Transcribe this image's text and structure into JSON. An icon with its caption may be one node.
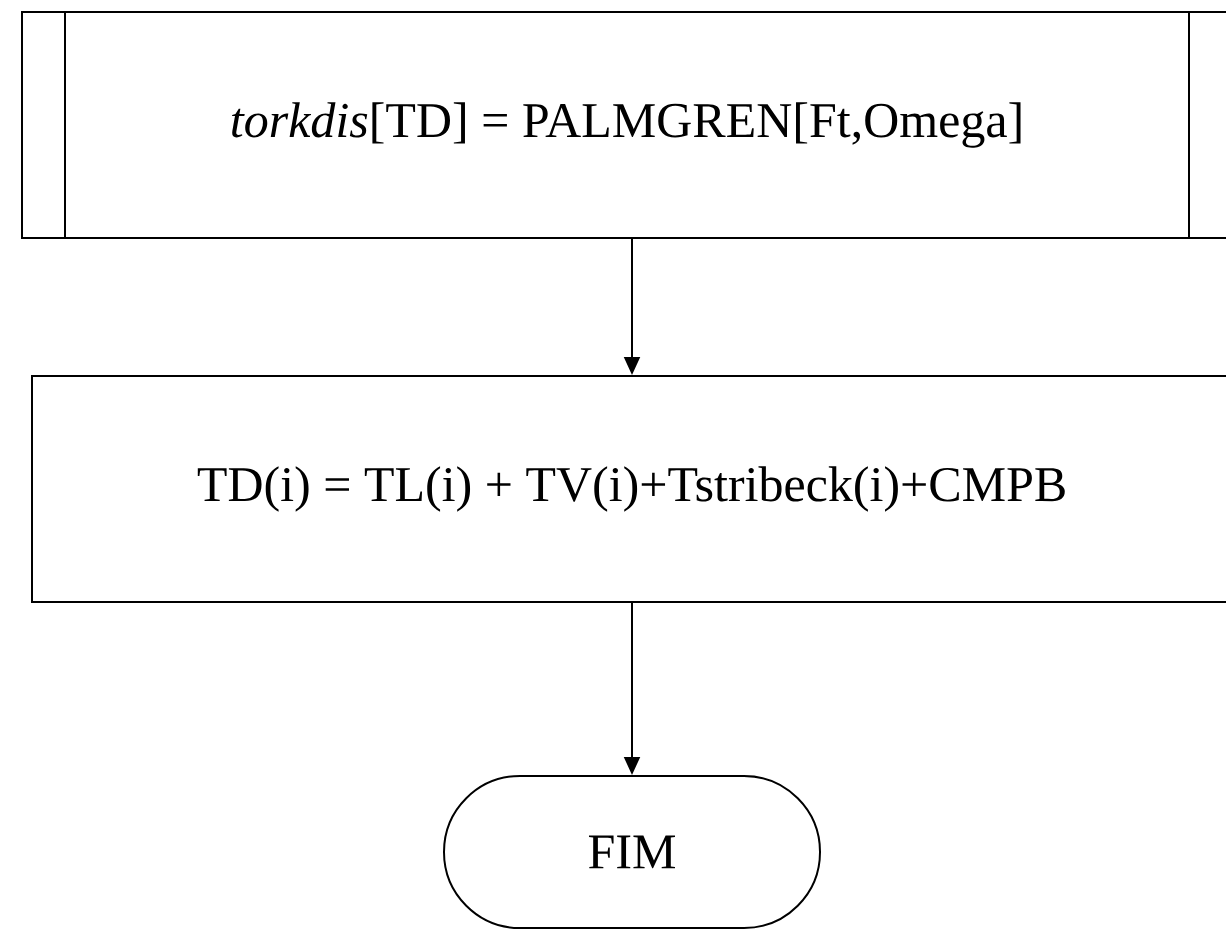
{
  "diagram": {
    "nodes": [
      {
        "text": [
          "*torkdis*[TD] = PALMGREN[Ft,Omega]"
        ]
      },
      {
        "text": [
          "TD(i) = TL(i) + TV(i)+Tstribeck(i)+CMPB"
        ]
      },
      {
        "text": [
          "FIM"
        ]
      }
    ],
    "edges": [
      {
        "from": 0,
        "to": 1,
        "arrow": "to"
      },
      {
        "from": 1,
        "to": 2,
        "arrow": "to"
      }
    ]
  }
}
